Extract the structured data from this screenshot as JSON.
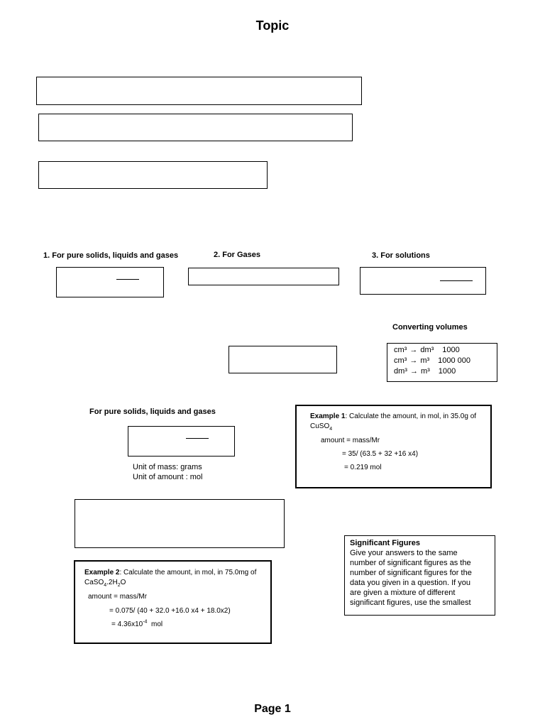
{
  "title": "Topic",
  "headings": {
    "solids_gases": "1. For pure solids, liquids and gases",
    "gases": "2.  For Gases",
    "solutions": "3.  For solutions",
    "converting": "Converting volumes",
    "pure_solids": "For pure solids, liquids and gases"
  },
  "converting_volumes": [
    {
      "from": "cm³",
      "arrow": "→",
      "to": "dm³",
      "factor": "1000"
    },
    {
      "from": "cm³",
      "arrow": "→",
      "to": "m³",
      "factor": "1000 000"
    },
    {
      "from": "dm³",
      "arrow": "→",
      "to": "m³",
      "factor": "1000"
    }
  ],
  "units": {
    "mass": "Unit of mass:  grams",
    "amount": "Unit of amount : mol"
  },
  "example1": {
    "label": "Example 1",
    "question": ": Calculate the amount, in mol, in 35.0g of",
    "formula_main": "CuSO",
    "formula_sub": "4",
    "step1": "amount =    mass/Mr",
    "step2": "= 35/ (63.5 + 32 +16 x4)",
    "step3": "= 0.219 mol"
  },
  "example2": {
    "label": "Example 2",
    "question": ": Calculate the amount, in mol, in 75.0mg of",
    "formula_a": "CaSO",
    "formula_a_sub": "4",
    "formula_b": ".2H",
    "formula_b_sub": "2",
    "formula_c": "O",
    "step1": "amount =    mass/Mr",
    "step2": "= 0.075/ (40 + 32.0 +16.0 x4 + 18.0x2)",
    "step3_main": "= 4.36x10",
    "step3_sup": "-4",
    "step3_unit": "  mol"
  },
  "sig_figs": {
    "heading": "Significant Figures",
    "lines": [
      "Give your answers to the same",
      "number of significant figures as the",
      "number of significant figures for the",
      "data you given in a question. If you",
      "are given a mixture of different",
      "significant figures, use the smallest"
    ]
  },
  "footer": "Page 1"
}
